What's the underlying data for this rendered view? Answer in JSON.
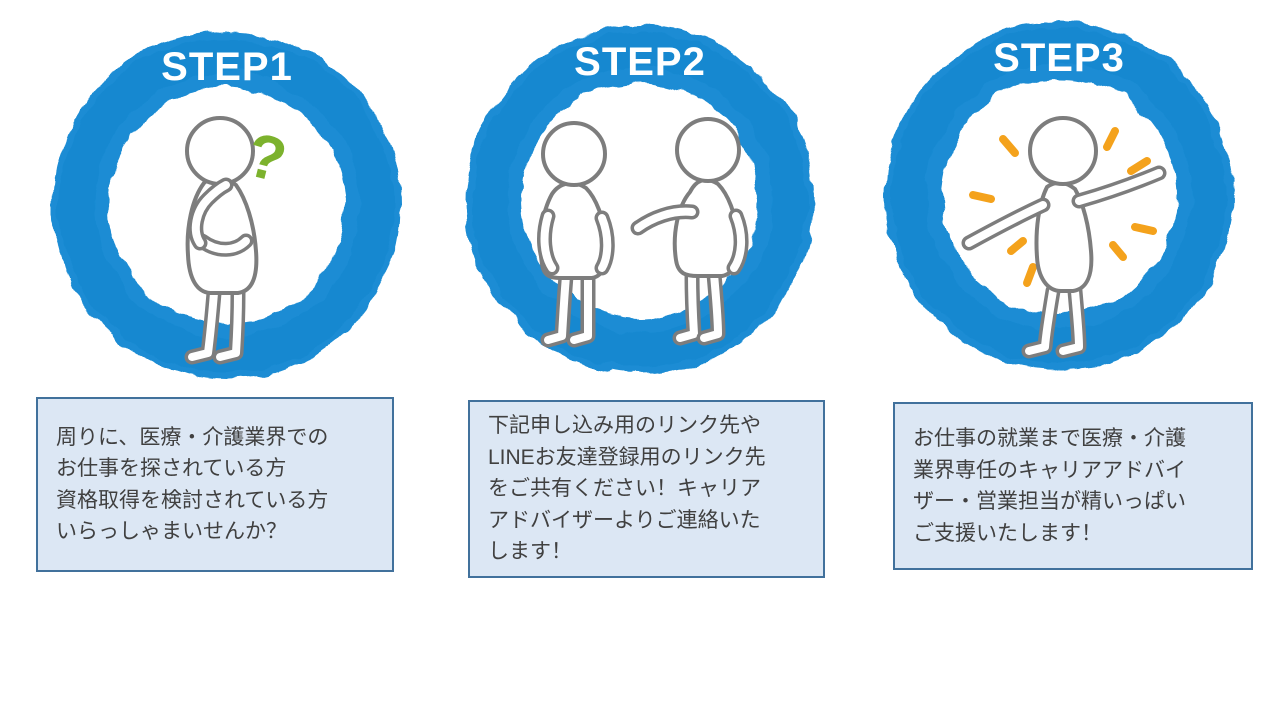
{
  "slide": {
    "background": "#ffffff"
  },
  "steps": [
    {
      "title": "STEP1",
      "illustration": "thinking-person-with-question-mark",
      "description": "周りに、医療・介護業界での\nお仕事を探されている方\n資格取得を検討されている方\nいらっしゃまいせんか？"
    },
    {
      "title": "STEP2",
      "illustration": "two-people-talking",
      "description": "下記申し込み用のリンク先や\nLINEお友達登録用のリンク先\nをご共有ください！キャリア\nアドバイザーよりご連絡いた\nします！"
    },
    {
      "title": "STEP3",
      "illustration": "person-arms-open-sparkles",
      "description": "お仕事の就業まで医療・介護\n業界専任のキャリアアドバイ\nザー・営業担当が精いっぱい\nご支援いたします！"
    }
  ],
  "icons": {
    "question_mark": "?"
  },
  "colors": {
    "ring_blue": "#1a8cd4",
    "ring_blue_dark": "#1176b8",
    "step_title_text": "#ffffff",
    "box_fill": "#dce7f4",
    "box_border": "#41719c",
    "body_text": "#404040",
    "figure_outline": "#7d7d7d",
    "question_mark_green": "#7cb22d",
    "sparkle_orange": "#f4a21c"
  }
}
